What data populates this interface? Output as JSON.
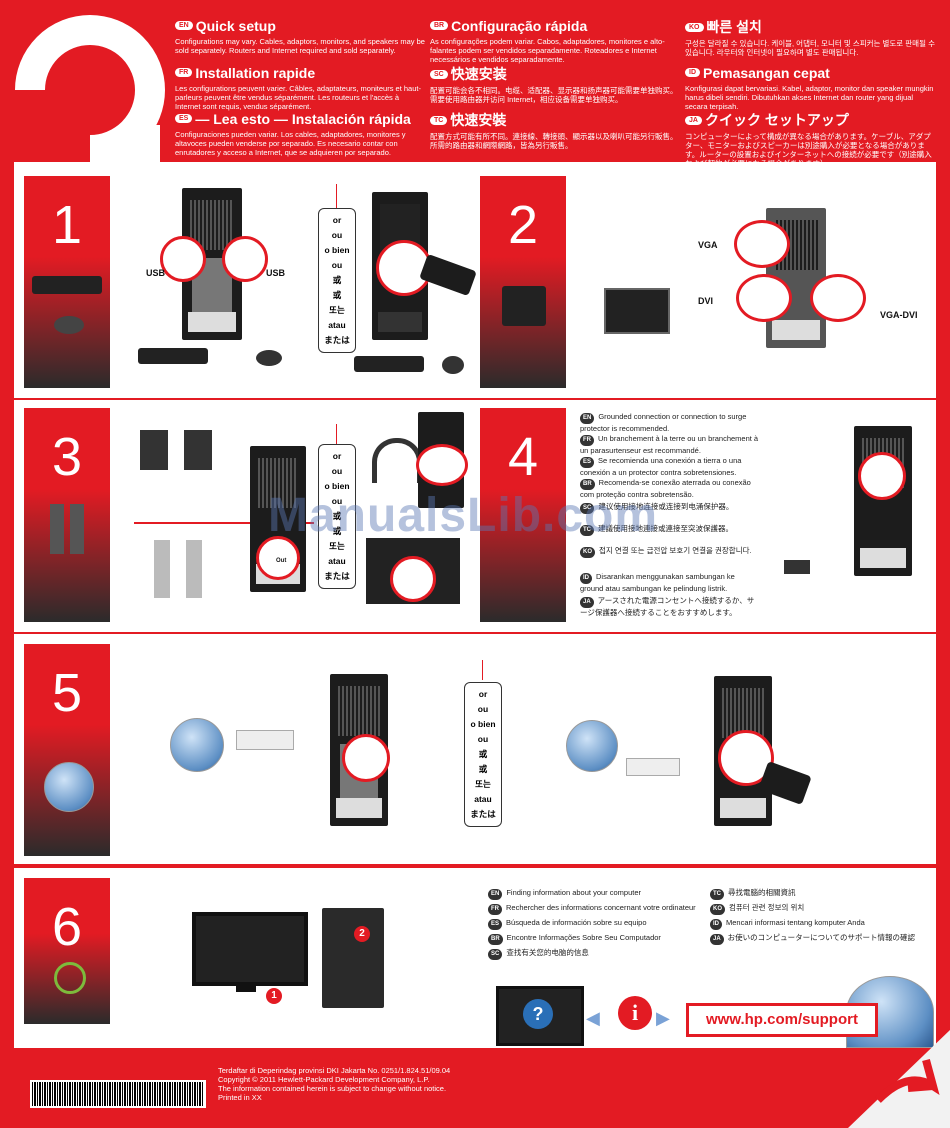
{
  "header": {
    "sections": [
      {
        "tag": "EN",
        "title": "Quick setup",
        "body": "Configurations may vary. Cables, adaptors, monitors, and speakers may be sold separately. Routers and Internet required and sold separately."
      },
      {
        "tag": "FR",
        "title": "Installation rapide",
        "body": "Les configurations peuvent varier. Câbles, adaptateurs, moniteurs et haut-parleurs peuvent être vendus séparément. Les routeurs et l'accès à Internet sont requis, vendus séparément."
      },
      {
        "tag": "ES",
        "title": "— Lea esto — Instalación rápida",
        "body": "Configuraciones pueden variar. Los cables, adaptadores, monitores y altavoces pueden venderse por separado. Es necesario contar con enrutadores y acceso a Internet, que se adquieren por separado."
      },
      {
        "tag": "BR",
        "title": "Configuração rápida",
        "body": "As configurações podem variar. Cabos, adaptadores, monitores e alto-falantes podem ser vendidos separadamente. Roteadores e Internet necessários e vendidos separadamente."
      },
      {
        "tag": "SC",
        "title": "快速安装",
        "body": "配置可能会各不相同。电缆、适配器、显示器和扬声器可能需要单独购买。需要使用路由器并访问 Internet，相应设备需要单独购买。"
      },
      {
        "tag": "TC",
        "title": "快速安裝",
        "body": "配置方式可能有所不同。連接線、轉接頭、顯示器以及喇叭可能另行販售。所需的路由器和網際網路，皆為另行販售。"
      },
      {
        "tag": "KO",
        "title": "빠른 설치",
        "body": "구성은 달라질 수 있습니다. 케이블, 어댑터, 모니터 및 스피커는 별도로 판매될 수 있습니다. 라우터와 인터넷이 필요하며 별도 판매됩니다."
      },
      {
        "tag": "ID",
        "title": "Pemasangan cepat",
        "body": "Konfigurasi dapat bervariasi. Kabel, adaptor, monitor dan speaker mungkin harus dibeli sendiri. Dibutuhkan akses Internet dan router yang dijual secara terpisah."
      },
      {
        "tag": "JA",
        "title": "クイック セットアップ",
        "body": "コンピューターによって構成が異なる場合があります。ケーブル、アダプター、モニターおよびスピーカーは別途購入が必要となる場合があります。ルーターの設置およびインターネットへの接続が必要です（別途購入および契約が必要になる場合があります）。"
      }
    ]
  },
  "steps": {
    "s1": "1",
    "s2": "2",
    "s3": "3",
    "s4": "4",
    "s5": "5",
    "s6": "6"
  },
  "or_words": [
    "or",
    "ou",
    "o bien",
    "ou",
    "或",
    "或",
    "또는",
    "atau",
    "または"
  ],
  "labels": {
    "usb_left": "USB",
    "usb_right": "USB",
    "vga": "VGA",
    "dvi": "DVI",
    "vga_dvi": "VGA-DVI",
    "out": "Out",
    "callout1": "1",
    "callout2": "2"
  },
  "step4_notes": [
    {
      "tag": "EN",
      "text": "Grounded connection or connection to surge protector is recommended."
    },
    {
      "tag": "FR",
      "text": "Un branchement à la terre ou un branchement à un parasurtenseur est recommandé."
    },
    {
      "tag": "ES",
      "text": "Se recomienda una conexión a tierra o una conexión a un protector contra sobretensiones."
    },
    {
      "tag": "BR",
      "text": "Recomenda-se conexão aterrada ou conexão com proteção contra sobretensão."
    },
    {
      "tag": "SC",
      "text": "建议使用接地连接或连接到电涌保护器。"
    },
    {
      "tag": "TC",
      "text": "建議使用接地連接或連接至突波保護器。"
    },
    {
      "tag": "KO",
      "text": "접지 연결 또는 급전압 보호기 연결을 권장합니다."
    },
    {
      "tag": "ID",
      "text": "Disarankan menggunakan sambungan ke ground atau sambungan ke pelindung listrik."
    },
    {
      "tag": "JA",
      "text": "アースされた電源コンセントへ接続するか、サージ保護器へ接続することをおすすめします。"
    }
  ],
  "step6_left": [
    {
      "tag": "EN",
      "text": "Finding information about your computer"
    },
    {
      "tag": "FR",
      "text": "Rechercher des informations concernant votre ordinateur"
    },
    {
      "tag": "ES",
      "text": "Búsqueda de información sobre su equipo"
    },
    {
      "tag": "BR",
      "text": "Encontre Informações Sobre Seu Computador"
    },
    {
      "tag": "SC",
      "text": "查找有关您的电脑的信息"
    }
  ],
  "step6_right": [
    {
      "tag": "TC",
      "text": "尋找電腦的相關資訊"
    },
    {
      "tag": "KO",
      "text": "컴퓨터 관련 정보의 위치"
    },
    {
      "tag": "ID",
      "text": "Mencari informasi tentang komputer Anda"
    },
    {
      "tag": "JA",
      "text": "お使いのコンピューターについてのサポート情報の確認"
    }
  ],
  "support_url": "www.hp.com/support",
  "footer": {
    "line1": "Terdaftar di Deperindag provinsi DKI Jakarta No. 0251/1.824.51/09.04",
    "line2": "Copyright © 2011 Hewlett-Packard Development Company, L.P.",
    "line3": "The information contained herein is subject to change without notice.",
    "line4": "Printed in XX"
  },
  "watermark": "ManualsLib.com",
  "colors": {
    "brand_red": "#e31b23",
    "dark": "#2b2b2b"
  }
}
